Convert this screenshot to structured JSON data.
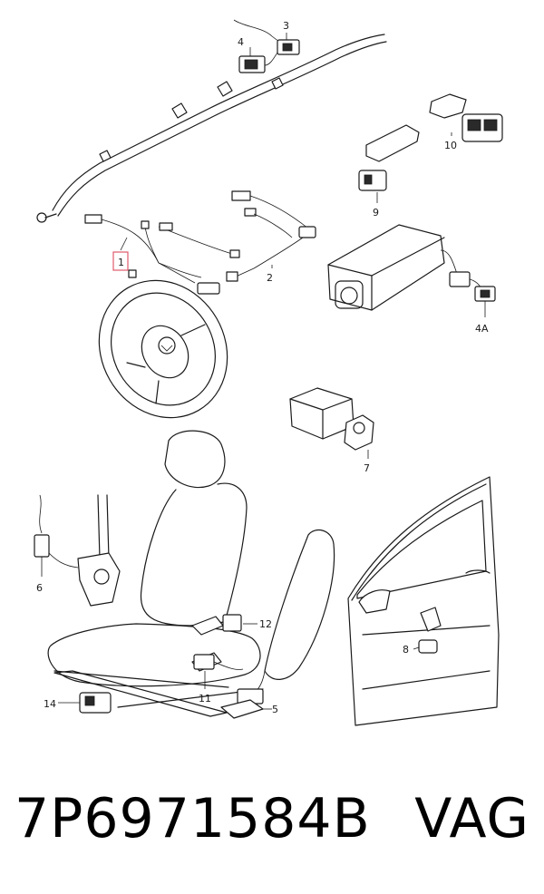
{
  "callouts": {
    "c1": "1",
    "c2": "2",
    "c3": "3",
    "c4": "4",
    "c4a": "4A",
    "c5": "5",
    "c6": "6",
    "c7": "7",
    "c8": "8",
    "c9": "9",
    "c10": "10",
    "c11": "11",
    "c12": "12",
    "c14": "14"
  },
  "highlight_color": "#e05a6a",
  "footer": {
    "part_number": "7P6971584B",
    "brand": "VAG"
  }
}
